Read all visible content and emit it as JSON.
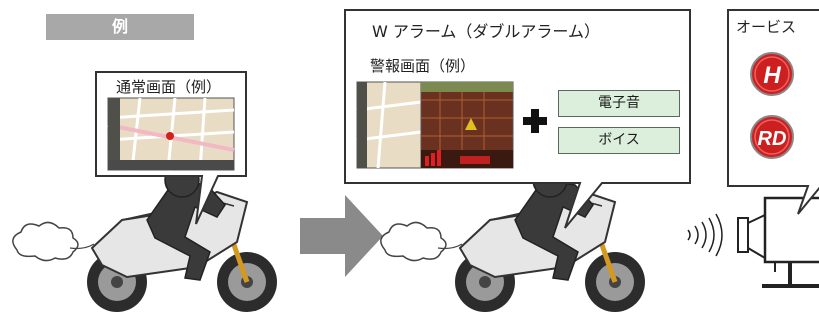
{
  "example_tag": "例",
  "normal_screen_label": "通常画面（例）",
  "w_alarm_title": "W アラーム（ダブルアラーム）",
  "warning_screen_label": "警報画面（例）",
  "electronic_sound_label": "電子音",
  "voice_label": "ボイス",
  "orbis_label": "オービス",
  "badge_h_letter": "H",
  "badge_rd_letter": "RD",
  "colors": {
    "tag_gray": "#a8a8a8",
    "arrow_gray": "#8a8a8a",
    "bubble_border": "#333333",
    "button_fill": "#dcefdc",
    "badge_red": "#cc2020"
  }
}
